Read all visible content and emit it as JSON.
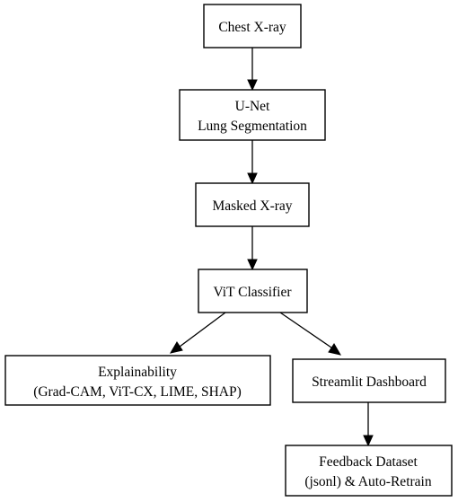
{
  "nodes": {
    "chest_xray": {
      "lines": [
        "Chest X-ray"
      ]
    },
    "unet": {
      "lines": [
        "U-Net",
        "Lung Segmentation"
      ]
    },
    "masked_xray": {
      "lines": [
        "Masked X-ray"
      ]
    },
    "vit": {
      "lines": [
        "ViT Classifier"
      ]
    },
    "explainability": {
      "lines": [
        "Explainability",
        "(Grad-CAM, ViT-CX, LIME, SHAP)"
      ]
    },
    "dashboard": {
      "lines": [
        "Streamlit Dashboard"
      ]
    },
    "feedback": {
      "lines": [
        "Feedback Dataset",
        "(jsonl) & Auto-Retrain"
      ]
    }
  },
  "edges": [
    {
      "from": "chest_xray",
      "to": "unet"
    },
    {
      "from": "unet",
      "to": "masked_xray"
    },
    {
      "from": "masked_xray",
      "to": "vit"
    },
    {
      "from": "vit",
      "to": "explainability"
    },
    {
      "from": "vit",
      "to": "dashboard"
    },
    {
      "from": "dashboard",
      "to": "feedback"
    }
  ],
  "colors": {
    "stroke": "#000000",
    "fill": "#ffffff",
    "text": "#000000"
  }
}
